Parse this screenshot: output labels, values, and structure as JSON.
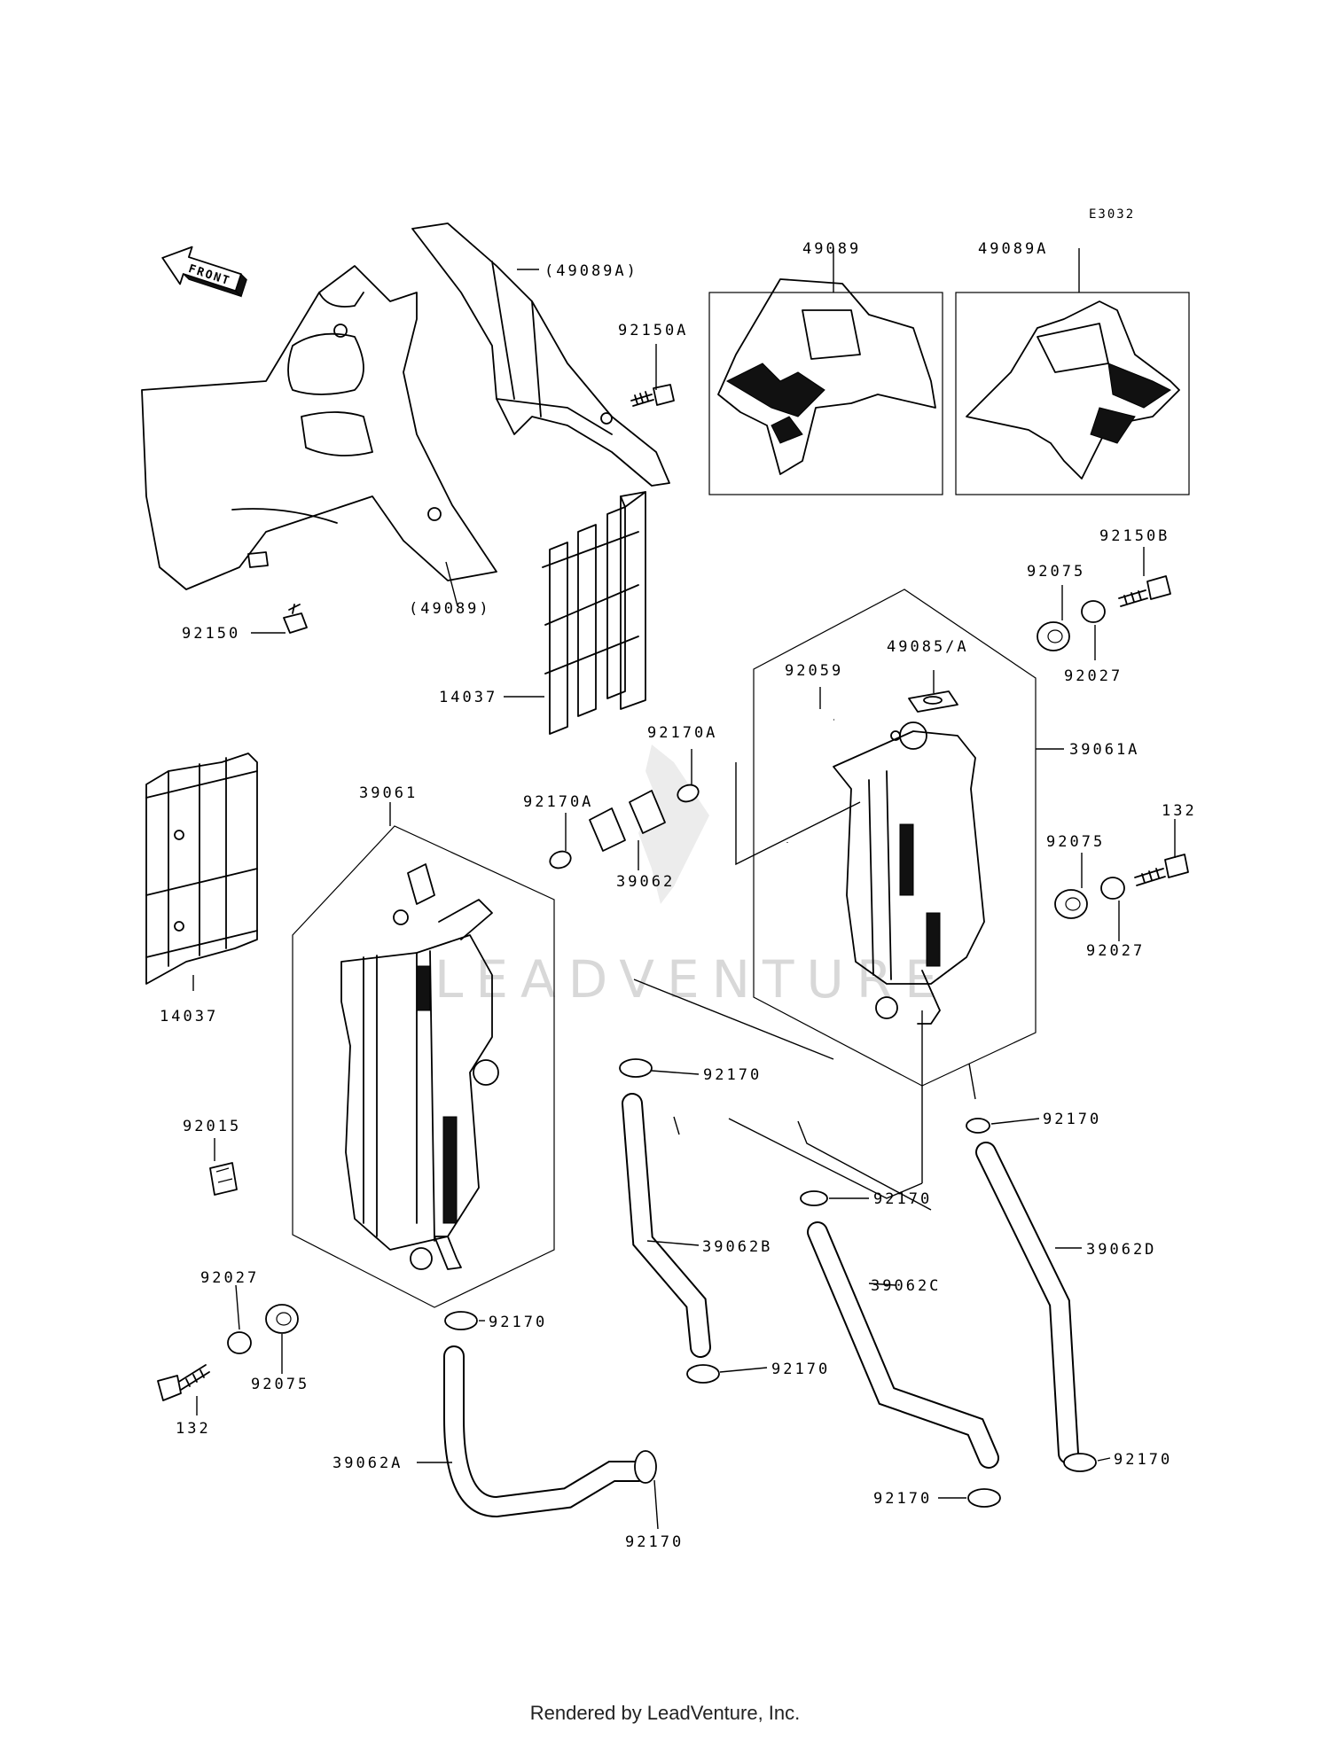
{
  "diagram_code": "E3032",
  "front_label": "FRONT",
  "watermark": "LEADVENTURE",
  "footer": "Rendered by LeadVenture, Inc.",
  "parts": {
    "p49089": "49089",
    "p49089A": "49089A",
    "p49089_paren": "(49089)",
    "p49089A_paren": "(49089A)",
    "p92150": "92150",
    "p92150A": "92150A",
    "p92150B": "92150B",
    "p14037_top": "14037",
    "p14037_left": "14037",
    "p92075_top": "92075",
    "p92075_mid": "92075",
    "p92075_bot": "92075",
    "p92027_top": "92027",
    "p92027_mid": "92027",
    "p92027_bot": "92027",
    "p49085A": "49085/A",
    "p92059": "92059",
    "p39061A": "39061A",
    "p39061": "39061",
    "p92170A_upper": "92170A",
    "p92170A_lower": "92170A",
    "p39062": "39062",
    "p132_right": "132",
    "p132_left": "132",
    "p92015": "92015",
    "p92170_1": "92170",
    "p92170_2": "92170",
    "p92170_3": "92170",
    "p92170_4": "92170",
    "p92170_5": "92170",
    "p92170_6": "92170",
    "p92170_7": "92170",
    "p92170_8": "92170",
    "p39062A": "39062A",
    "p39062B": "39062B",
    "p39062C": "39062C",
    "p39062D": "39062D"
  }
}
